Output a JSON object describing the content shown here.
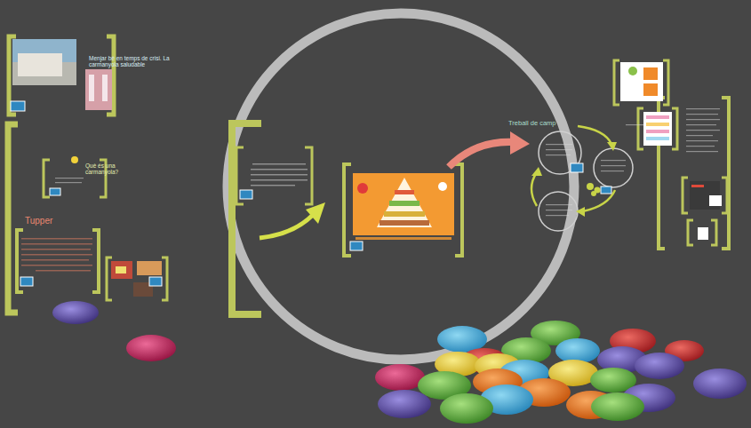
{
  "diagram": {
    "nodes": [
      {
        "text": [
          "Menjar bé en temps de crisi. La carmanyola saludable"
        ]
      },
      {
        "text": [
          "Què és una carmanyola?"
        ]
      },
      {
        "text": [
          "Tupper"
        ]
      }
    ],
    "labels": [
      "Treball de camp"
    ]
  }
}
